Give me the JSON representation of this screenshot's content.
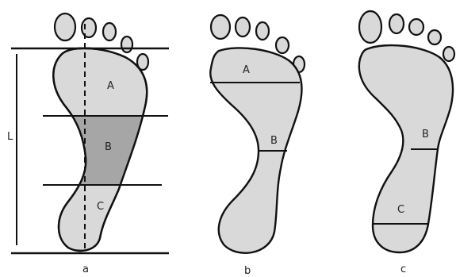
{
  "colors": {
    "foot_fill": "#d9d9d9",
    "midfoot_highlight": "#a6a6a6",
    "outline": "#111111"
  },
  "panel_a": {
    "caption": "a",
    "length_label": "L",
    "region_a": "A",
    "region_b": "B",
    "region_c": "C"
  },
  "panel_b": {
    "caption": "b",
    "region_a": "A",
    "region_b": "B"
  },
  "panel_c": {
    "caption": "c",
    "region_b": "B",
    "region_c": "C"
  }
}
